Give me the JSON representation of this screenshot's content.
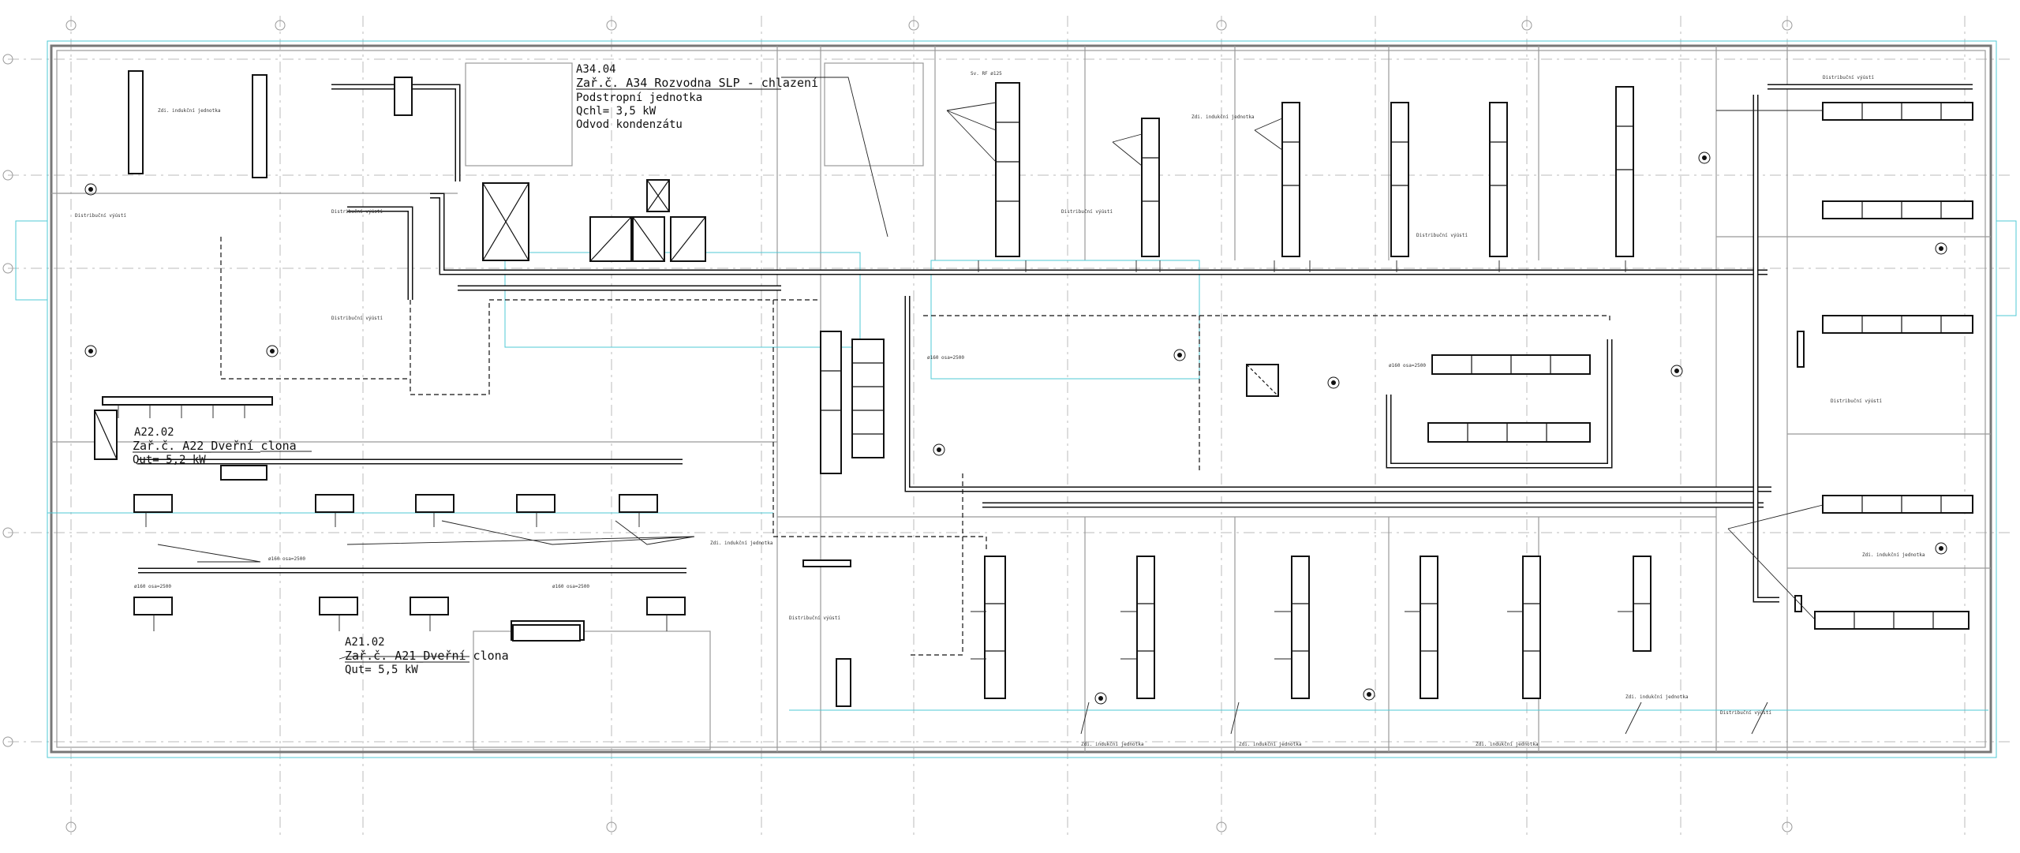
{
  "drawing": {
    "labels": {
      "a34_code": "A34.04",
      "a34_title": "Zař.č. A34_Rozvodna SLP - chlazení",
      "a34_line2": "Podstropní jednotka",
      "a34_line3": "Qchl= 3,5 kW",
      "a34_line4": "Odvod kondenzátu",
      "a22_code": "A22.02",
      "a22_title": "Zař.č. A22_Dveřní clona",
      "a22_power": "Qut= 5,2 kW",
      "a21_code": "A21.02",
      "a21_title": "Zař.č. A21_Dveřní clona",
      "a21_power": "Qut= 5,5 kW"
    },
    "tags": {
      "diffuser": "Distribuční výústí",
      "intake": "Zdi. indukční jednotka",
      "duct_size": "ø160 osa=2500",
      "outlet": "Sv. RF ø125"
    },
    "colors": {
      "lines": "#111111",
      "walls": "#777777",
      "cyan": "#4fc9d6",
      "grid": "#bbbbbb"
    }
  }
}
